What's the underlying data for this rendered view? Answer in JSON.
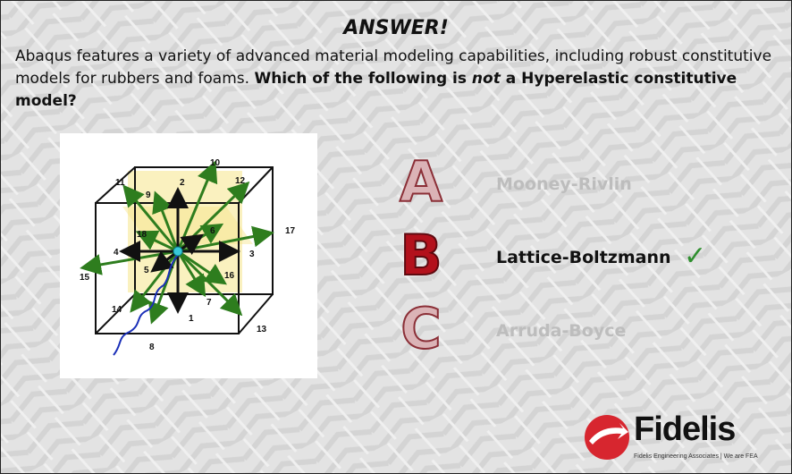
{
  "slide": {
    "heading": "ANSWER!",
    "question_plain": "Abaqus features a variety of advanced material modeling capabilities, including robust constitutive models for rubbers and foams. ",
    "question_bold_1": "Which of the following is ",
    "question_bold_italic": "not",
    "question_bold_2": " a Hyperelastic constitutive model?"
  },
  "diagram": {
    "labels": [
      "1",
      "2",
      "3",
      "4",
      "5",
      "6",
      "7",
      "8",
      "9",
      "10",
      "11",
      "12",
      "13",
      "14",
      "15",
      "16",
      "17",
      "18"
    ]
  },
  "options": [
    {
      "letter": "A",
      "label": "Mooney-Rivlin",
      "state": "dimmed"
    },
    {
      "letter": "B",
      "label": "Lattice-Boltzmann",
      "state": "correct"
    },
    {
      "letter": "C",
      "label": "Arruda-Boyce",
      "state": "dimmed"
    }
  ],
  "check_mark": "✓",
  "logo": {
    "name": "Fidelis",
    "tagline": "Fidelis Engineering Associates | We are FEA",
    "icon": "fidelis-arrow-logo-icon",
    "color": "#d7262f"
  },
  "colors": {
    "letter_dim": "#dbb3b6",
    "letter_active": "#b3111c",
    "arrow_green": "#2e7d1e",
    "check_green": "#2f8f2f"
  }
}
